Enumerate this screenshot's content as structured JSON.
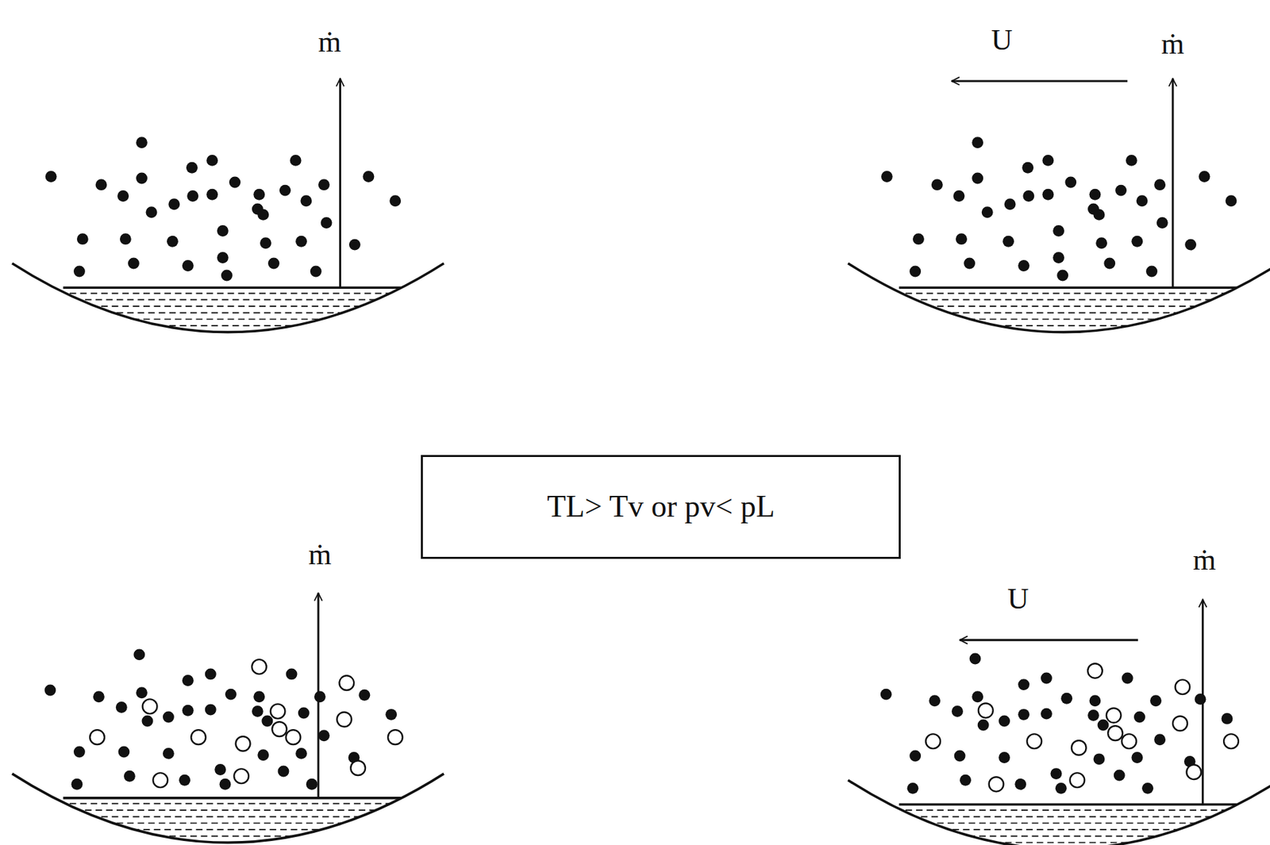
{
  "diagram": {
    "nodes": [
      {
        "text": [
          "TL> Tv or pv< pL"
        ]
      }
    ],
    "labels": [
      "ṁ",
      "U",
      "ṁ",
      "ṁ",
      "U",
      "ṁ"
    ]
  }
}
